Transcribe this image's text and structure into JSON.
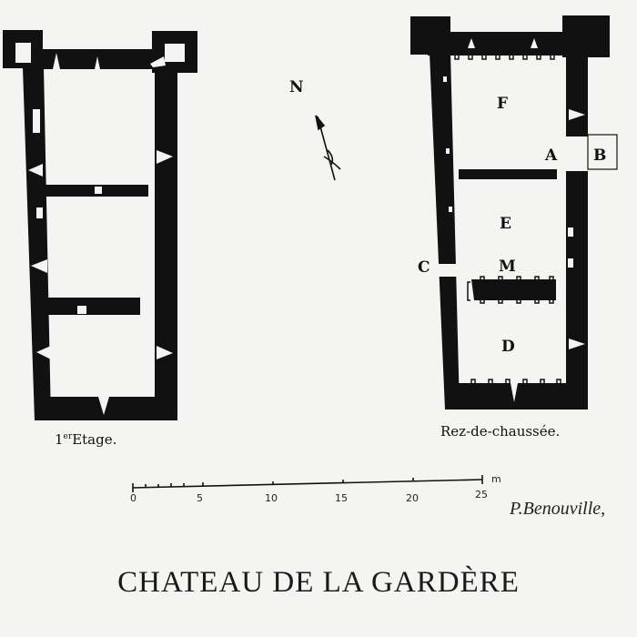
{
  "title": "CHATEAU DE LA GARDÈRE",
  "signature": "P.Benouville,",
  "compass": {
    "label": "N",
    "icon": "north-arrow-icon"
  },
  "plans": {
    "first_floor": {
      "caption_prefix": "1",
      "caption_sup": "er",
      "caption": "Etage."
    },
    "ground_floor": {
      "caption": "Rez-de-chaussée.",
      "rooms": {
        "F": "F",
        "E": "E",
        "M": "M",
        "D": "D",
        "A": "A",
        "B": "B",
        "C": "C"
      }
    }
  },
  "scale_bar": {
    "unit": "m",
    "ticks": [
      "0",
      "5",
      "10",
      "15",
      "20",
      "25"
    ]
  },
  "colors": {
    "ink": "#111111",
    "paper": "#f4f4f2"
  }
}
